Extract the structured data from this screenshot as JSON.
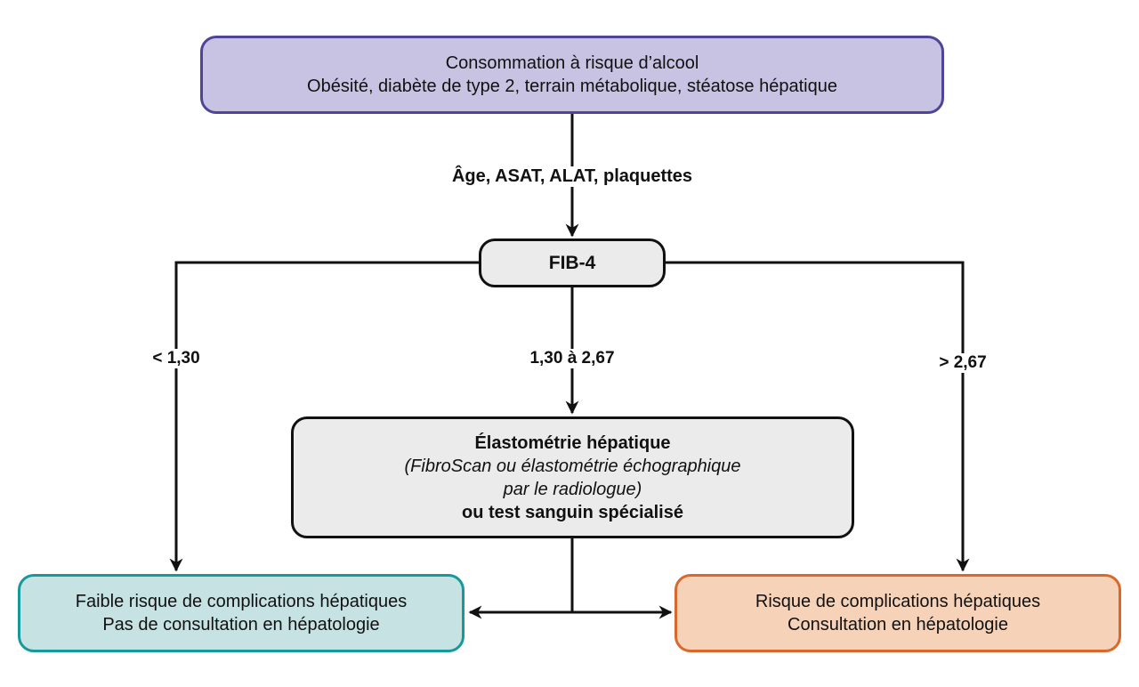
{
  "diagram": {
    "type": "flowchart",
    "colors": {
      "start_fill": "#c8c3e2",
      "start_border": "#4e4598",
      "neutral_fill": "#ebebeb",
      "neutral_border": "#111111",
      "low_fill": "#c7e2e3",
      "low_border": "#17999b",
      "high_fill": "#f6d3b8",
      "high_border": "#d9682c"
    },
    "start": {
      "line1": "Consommation à risque d’alcool",
      "line2": "Obésité, diabète de type 2, terrain métabolique, stéatose hépatique"
    },
    "inputs_label": "Âge, ASAT, ALAT, plaquettes",
    "fib4": {
      "label": "FIB-4"
    },
    "branches": {
      "low": "< 1,30",
      "mid": "1,30 à 2,67",
      "high": "> 2,67"
    },
    "elastometry": {
      "title": "Élastométrie hépatique",
      "detail_line1": "(FibroScan ou élastométrie échographique",
      "detail_line2": "par le radiologue)",
      "alternative": "ou test sanguin spécialisé"
    },
    "outcome_low": {
      "line1": "Faible risque de complications hépatiques",
      "line2": "Pas de consultation en hépatologie"
    },
    "outcome_high": {
      "line1": "Risque de complications hépatiques",
      "line2": "Consultation en hépatologie"
    }
  }
}
